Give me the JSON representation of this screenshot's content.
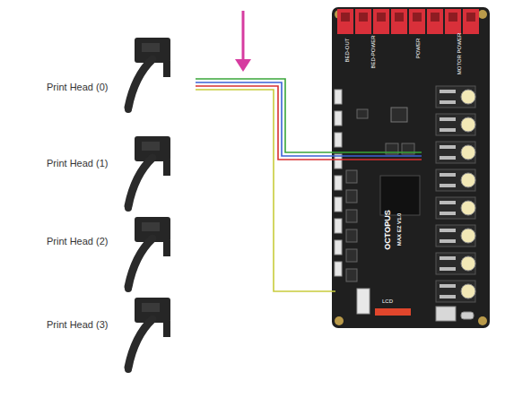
{
  "diagram": {
    "nodes": [
      {
        "text": [
          "Print Head (0)"
        ]
      },
      {
        "text": [
          "Print Head (1)"
        ]
      },
      {
        "text": [
          "Print Head (2)"
        ]
      },
      {
        "text": [
          "Print Head (3)"
        ]
      },
      {
        "text": [
          "OCTOPUS",
          "MAX EZ V1.0"
        ]
      }
    ],
    "edges": [
      {
        "from": 0,
        "to": 4,
        "arrow": "none"
      },
      {
        "from": 0,
        "to": 4,
        "arrow": "none"
      },
      {
        "from": 0,
        "to": 4,
        "arrow": "none"
      },
      {
        "from": 0,
        "to": 4,
        "arrow": "none"
      }
    ],
    "labels": [
      "BED-OUT",
      "BED-POWER",
      "POWER",
      "MOTOR POWER",
      "LCD"
    ]
  }
}
